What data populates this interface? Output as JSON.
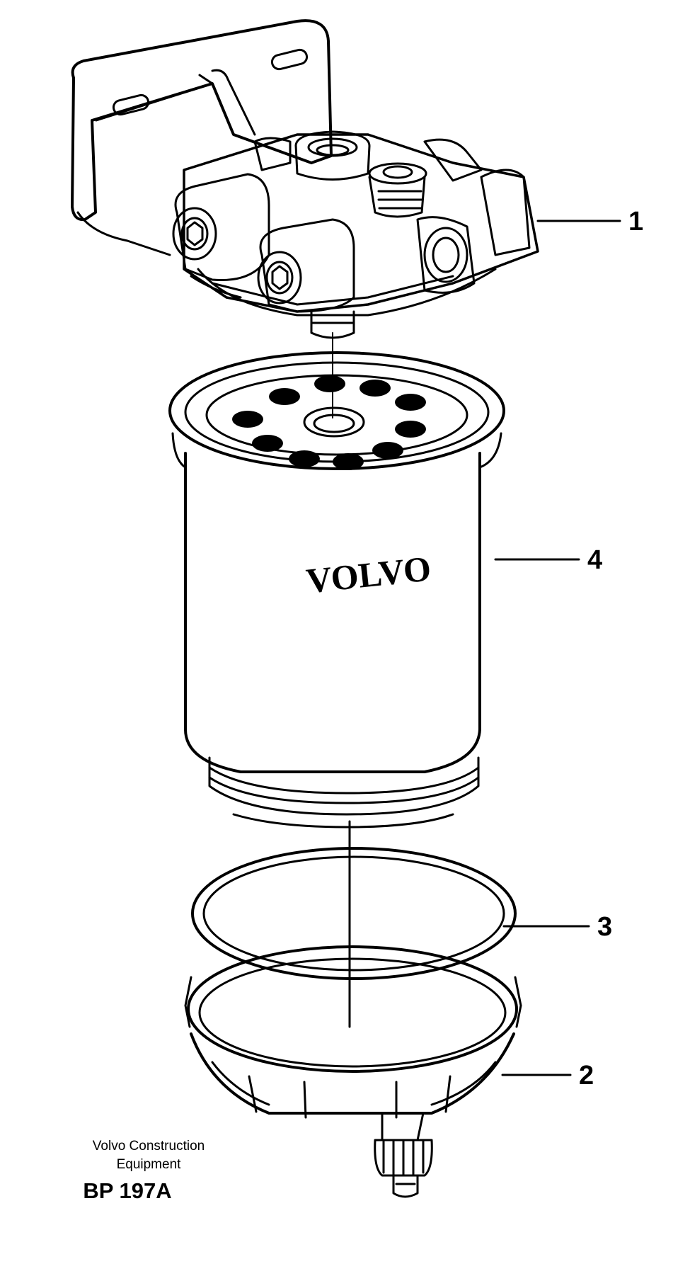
{
  "callouts": {
    "part1": "1",
    "part2": "2",
    "part3": "3",
    "part4": "4"
  },
  "filter_brand": "VOLVO",
  "footer": {
    "company_line1": "Volvo Construction",
    "company_line2": "Equipment",
    "code": "BP 197A"
  },
  "colors": {
    "ink": "#000000",
    "paper": "#ffffff"
  }
}
